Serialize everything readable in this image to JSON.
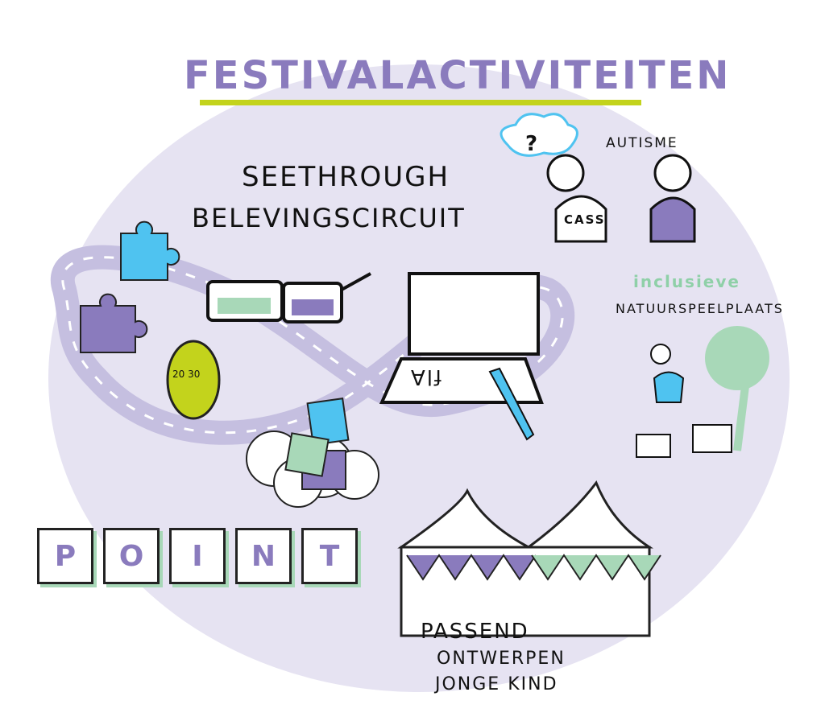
{
  "title": "FESTIVALACTIVITEITEN",
  "seethrough": {
    "line1": "SEETHROUGH",
    "line2": "BELEVINGSCIRCUIT"
  },
  "autism": {
    "label": "AUTISME",
    "person_label": "CASS",
    "thought": "?"
  },
  "nature": {
    "line1": "inclusieve",
    "line2": "NATUURSPEELPLAATS"
  },
  "tent": {
    "line1": "PASSEND",
    "line2": "ONTWERPEN",
    "line3": "JONGE KIND"
  },
  "tablet_text": "flA",
  "timer_text": "20 30",
  "point_letters": [
    "P",
    "O",
    "I",
    "N",
    "T"
  ],
  "colors": {
    "purple": "#8a7bbd",
    "lavender": "#e6e3f2",
    "road": "#c5bfe0",
    "lime": "#c3d31c",
    "blue": "#4fc3f0",
    "green": "#a8d8b8"
  }
}
